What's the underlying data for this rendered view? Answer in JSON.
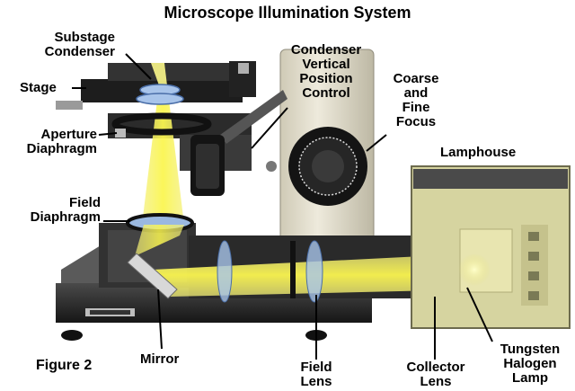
{
  "title": "Microscope Illumination System",
  "figure_label": "Figure 2",
  "labels": {
    "substage_condenser": "Substage\nCondenser",
    "stage": "Stage",
    "aperture_diaphragm": "Aperture\nDiaphragm",
    "field_diaphragm": "Field\nDiaphragm",
    "condenser_vertical_position_control": "Condenser\nVertical\nPosition\nControl",
    "coarse_fine_focus": "Coarse\nand\nFine\nFocus",
    "lamphouse": "Lamphouse",
    "mirror": "Mirror",
    "field_lens": "Field\nLens",
    "collector_lens": "Collector\nLens",
    "tungsten_halogen_lamp": "Tungsten\nHalogen\nLamp"
  },
  "colors": {
    "light_beam": "#f2ee3a",
    "body_metal": "#2a2a2a",
    "column_beige": "#e6e2d2",
    "lamphouse_green": "#d9d7a0",
    "lens_blue": "#9ab8e0"
  }
}
